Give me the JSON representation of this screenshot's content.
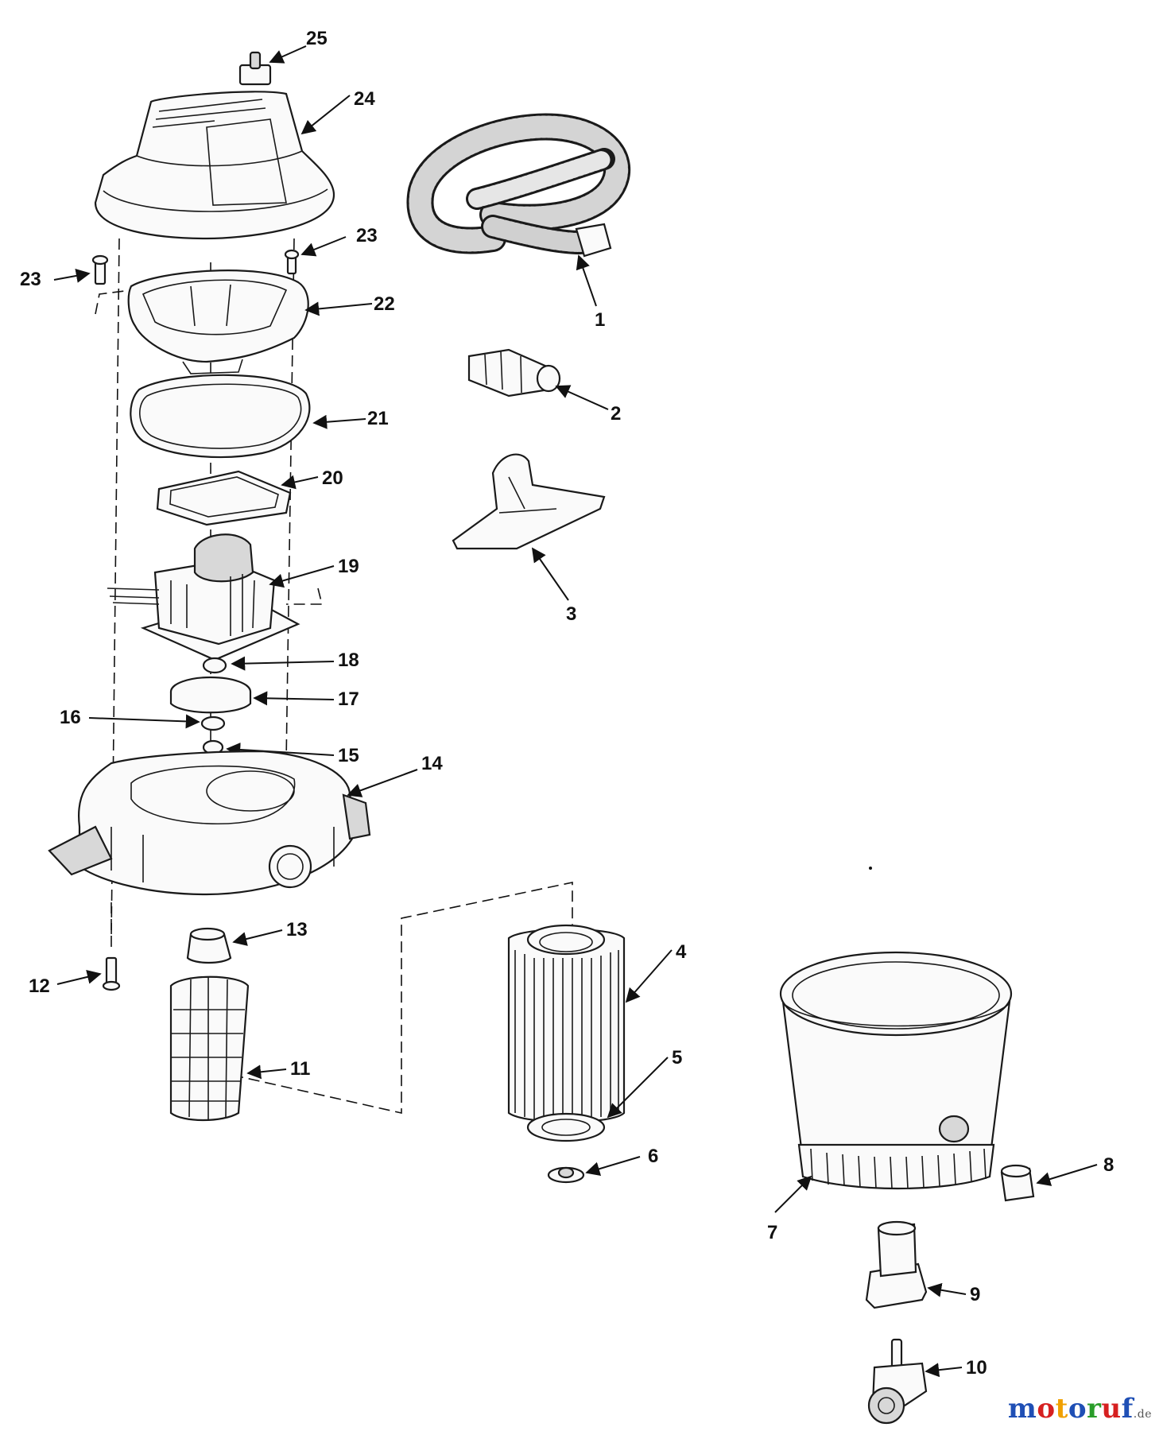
{
  "labels": {
    "p1": "1",
    "p2": "2",
    "p3": "3",
    "p4": "4",
    "p5": "5",
    "p6": "6",
    "p7": "7",
    "p8": "8",
    "p9": "9",
    "p10": "10",
    "p11": "11",
    "p12": "12",
    "p13": "13",
    "p14": "14",
    "p15": "15",
    "p16": "16",
    "p17": "17",
    "p18": "18",
    "p19": "19",
    "p20": "20",
    "p21": "21",
    "p22": "22",
    "p23a": "23",
    "p23b": "23",
    "p24": "24",
    "p25": "25"
  },
  "watermark": {
    "letters": [
      "m",
      "o",
      "t",
      "o",
      "r",
      "u",
      "f"
    ],
    "suffix": ".de",
    "colors": [
      "#1f4fb5",
      "#d62020",
      "#f0a000",
      "#1f4fb5",
      "#2a9d2a",
      "#d62020",
      "#1f4fb5"
    ]
  }
}
